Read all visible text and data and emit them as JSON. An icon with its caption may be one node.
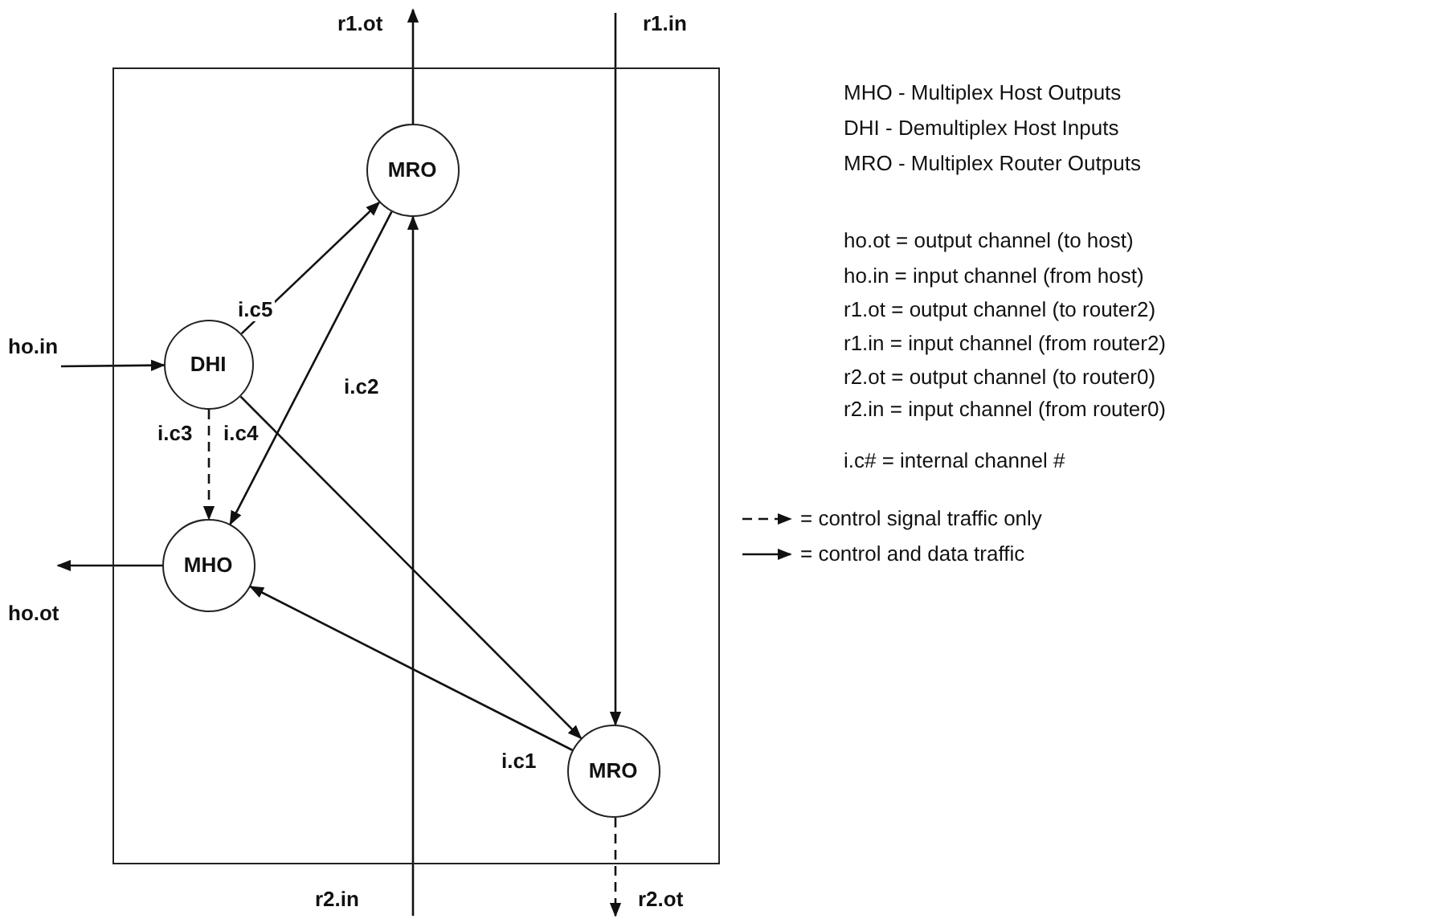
{
  "diagram": {
    "nodes": [
      {
        "text": [],
        "shape": "box"
      },
      {
        "text": [
          "MRO"
        ],
        "in": 0
      },
      {
        "text": [
          "DHI"
        ],
        "in": 0
      },
      {
        "text": [
          "MHO"
        ],
        "in": 0
      },
      {
        "text": [
          "MRO"
        ],
        "in": 0
      },
      {
        "text": [
          "r1.ot"
        ]
      },
      {
        "text": [
          "r1.in"
        ]
      },
      {
        "text": [
          "ho.in"
        ]
      },
      {
        "text": [
          "ho.ot"
        ]
      },
      {
        "text": [
          "r2.in"
        ]
      },
      {
        "text": [
          "r2.ot"
        ]
      }
    ],
    "edges": [
      {
        "from": 1,
        "to": 5,
        "arrow": "to"
      },
      {
        "from": 6,
        "to": 4,
        "arrow": "to"
      },
      {
        "from": 7,
        "to": 2,
        "arrow": "to"
      },
      {
        "from": 3,
        "to": 8,
        "arrow": "to"
      },
      {
        "from": 9,
        "to": 1,
        "arrow": "to"
      },
      {
        "from": 4,
        "to": 10,
        "arrow": "to",
        "style": "dashed"
      },
      {
        "from": 2,
        "to": 1,
        "arrow": "to",
        "label": "i.c5"
      },
      {
        "from": 1,
        "to": 3,
        "arrow": "to",
        "label": "i.c2"
      },
      {
        "from": 2,
        "to": 3,
        "arrow": "to",
        "label": "i.c3",
        "style": "dashed"
      },
      {
        "from": 2,
        "to": 4,
        "arrow": "to",
        "label": "i.c4"
      },
      {
        "from": 4,
        "to": 3,
        "arrow": "to",
        "label": "i.c1"
      }
    ],
    "labels": [
      "MHO - Multiplex Host Outputs",
      "DHI - Demultiplex Host Inputs",
      "MRO - Multiplex Router Outputs",
      "ho.ot = output channel (to host)",
      "ho.in = input channel (from host)",
      "r1.ot = output channel (to router2)",
      "r1.in = input channel (from router2)",
      "r2.ot = output channel (to router0)",
      "r2.in = input channel (from router0)",
      "i.c# = internal channel #"
    ],
    "legend": [
      {
        "text": "= control signal traffic only"
      },
      {
        "text": "= control and data traffic"
      }
    ]
  }
}
